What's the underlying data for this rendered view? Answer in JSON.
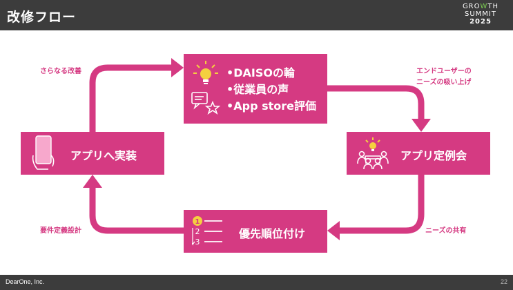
{
  "header": {
    "title": "改修フロー"
  },
  "logo": {
    "line1_a": "GRO",
    "line1_w": "W",
    "line1_b": "TH",
    "line2": "SUMMIT",
    "line3": "2025"
  },
  "flow": {
    "top_box": {
      "items": [
        "•DAISOの輪",
        "•従業員の声",
        "•App store評価"
      ]
    },
    "right_box": {
      "label": "アプリ定例会"
    },
    "bottom_box": {
      "label": "優先順位付け"
    },
    "left_box": {
      "label": "アプリへ実装"
    }
  },
  "side_labels": {
    "top_left": "さらなる改善",
    "top_right_1": "エンドユーザーの",
    "top_right_2": "ニーズの吸い上げ",
    "bottom_right": "ニーズの共有",
    "bottom_left": "要件定義設計"
  },
  "icons": {
    "rank_1": "1",
    "rank_2": "2",
    "rank_3": "3"
  },
  "colors": {
    "accent": "#d53a82",
    "header_bg": "#3c3c3c",
    "icon_yellow": "#f4d03f",
    "logo_green": "#7ccf52"
  },
  "footer": {
    "company": "DearOne, Inc.",
    "page": "22"
  }
}
